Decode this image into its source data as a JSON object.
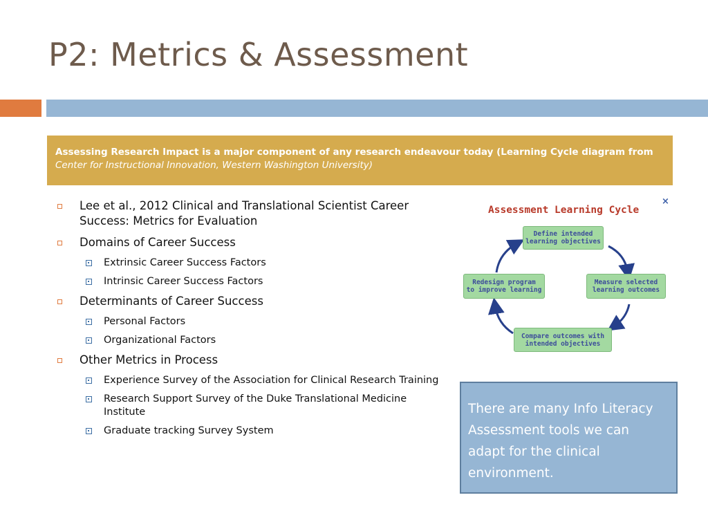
{
  "slide": {
    "title": "P2: Metrics & Assessment",
    "banner": {
      "bold_text": "Assessing Research Impact is a major component of any research endeavour today (Learning Cycle diagram from ",
      "italic_text": "Center for Instructional Innovation, Western Washington University)"
    },
    "bullets": [
      {
        "label": "Lee et al., 2012 Clinical and Translational Scientist Career Success: Metrics for Evaluation",
        "children": []
      },
      {
        "label": "Domains of Career Success",
        "children": [
          "Extrinsic Career Success Factors",
          "Intrinsic Career Success Factors"
        ]
      },
      {
        "label": "Determinants of Career Success",
        "children": [
          "Personal Factors",
          "Organizational Factors"
        ]
      },
      {
        "label": "Other Metrics in Process",
        "children": [
          "Experience Survey of the Association for Clinical Research Training",
          "Research Support Survey of the Duke Translational Medicine Institute",
          "Graduate tracking Survey System"
        ]
      }
    ],
    "diagram": {
      "title": "Assessment Learning Cycle",
      "close_glyph": "×",
      "nodes": {
        "top": "Define intended\nlearning objectives",
        "right": "Measure selected\nlearning outcomes",
        "bottom": "Compare outcomes with\nintended objectives",
        "left": "Redesign program\nto improve learning"
      }
    },
    "callout": "There are many Info Literacy Assessment tools we can adapt for the clinical environment."
  },
  "colors": {
    "title": "#6e5b4c",
    "accent_orange": "#e07b3f",
    "bar_blue": "#96b6d4",
    "banner_gold": "#d5ab4e",
    "node_green": "#a3d9a1",
    "diagram_title_red": "#b83a2a",
    "arrow_blue": "#27408b"
  },
  "icons": {
    "level1_bullet": "hollow-square-icon",
    "level2_bullet": "filled-square-icon",
    "arrow": "curved-arrow-icon"
  }
}
